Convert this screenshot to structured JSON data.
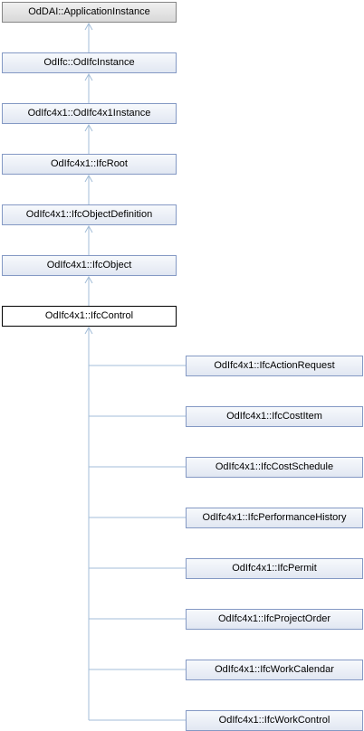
{
  "diagram": {
    "base_class": "OdDAI::ApplicationInstance",
    "ancestors": [
      "OdIfc::OdIfcInstance",
      "OdIfc4x1::OdIfc4x1Instance",
      "OdIfc4x1::IfcRoot",
      "OdIfc4x1::IfcObjectDefinition",
      "OdIfc4x1::IfcObject"
    ],
    "current_class": "OdIfc4x1::IfcControl",
    "derived_classes": [
      "OdIfc4x1::IfcActionRequest",
      "OdIfc4x1::IfcCostItem",
      "OdIfc4x1::IfcCostSchedule",
      "OdIfc4x1::IfcPerformanceHistory",
      "OdIfc4x1::IfcPermit",
      "OdIfc4x1::IfcProjectOrder",
      "OdIfc4x1::IfcWorkCalendar",
      "OdIfc4x1::IfcWorkControl"
    ],
    "colors": {
      "edge": "#a3bdd8",
      "node_border": "#8499c4",
      "root_border": "#868686",
      "focus_border": "#000000"
    }
  }
}
